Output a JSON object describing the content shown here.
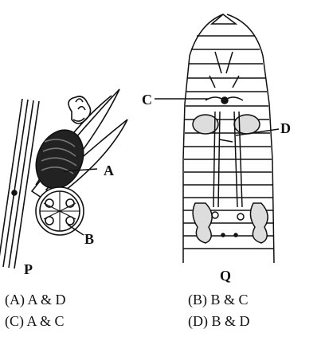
{
  "labels": {
    "A": "A",
    "B": "B",
    "C": "C",
    "D": "D",
    "P": "P",
    "Q": "Q"
  },
  "options": [
    {
      "key": "(A)",
      "text": "A & D"
    },
    {
      "key": "(B)",
      "text": "B & C"
    },
    {
      "key": "(C)",
      "text": "A & C"
    },
    {
      "key": "(D)",
      "text": "B & D"
    }
  ]
}
